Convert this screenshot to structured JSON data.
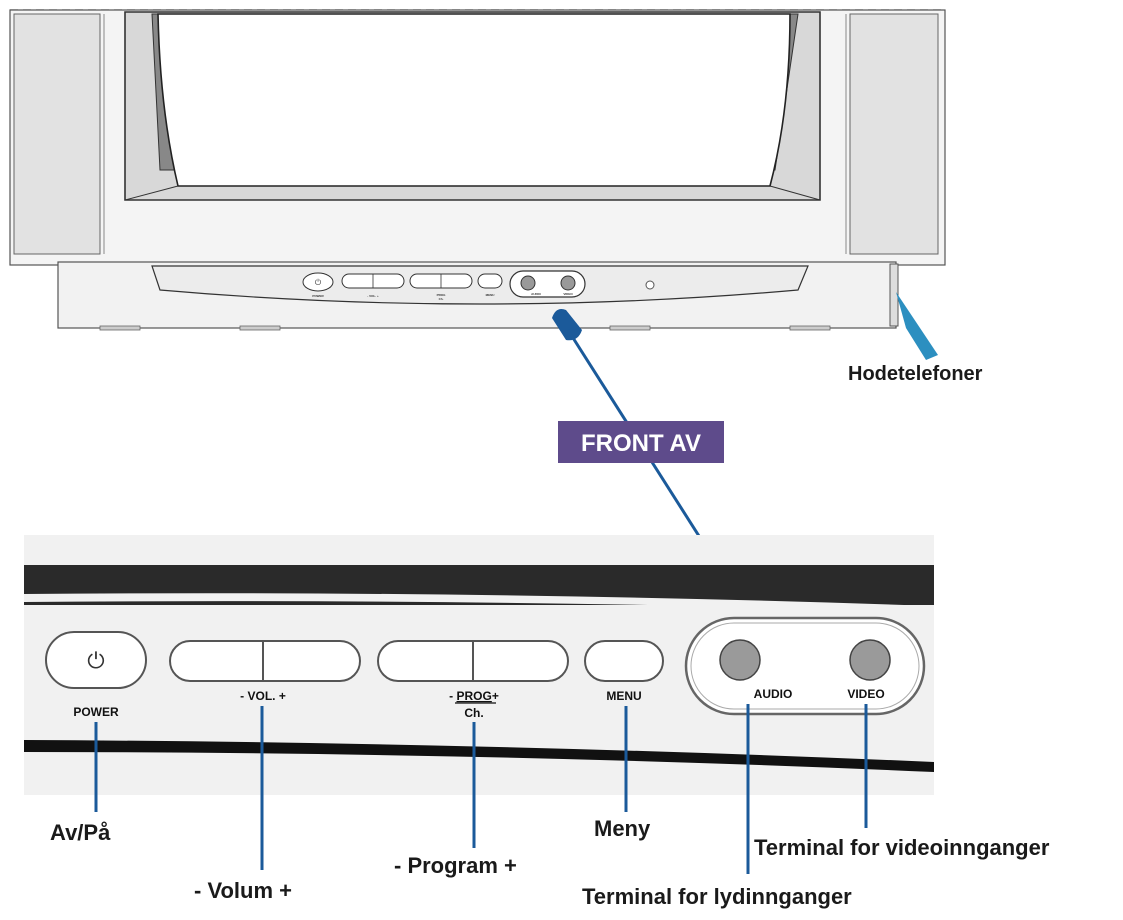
{
  "panel_labels": {
    "power": "POWER",
    "vol": "- VOL. +",
    "prog_prefix": "- ",
    "prog": "PROG",
    "prog_suffix": "+",
    "ch": "Ch.",
    "menu": "MENU",
    "audio": "AUDIO",
    "video": "VIDEO"
  },
  "front_av_label": "FRONT AV",
  "callouts": {
    "headphones": "Hodetelefoner",
    "power": "Av/På",
    "volume": "- Volum +",
    "program": "- Program +",
    "menu": "Meny",
    "video_terminal": "Terminal for videoinnganger",
    "audio_terminal": "Terminal for lydinnganger"
  },
  "colors": {
    "leader_line": "#1b5a9a",
    "headphone_jack": "#2c8fc0",
    "front_av_badge": "#5e4b8b",
    "jack_fill": "#9a9a9a"
  }
}
